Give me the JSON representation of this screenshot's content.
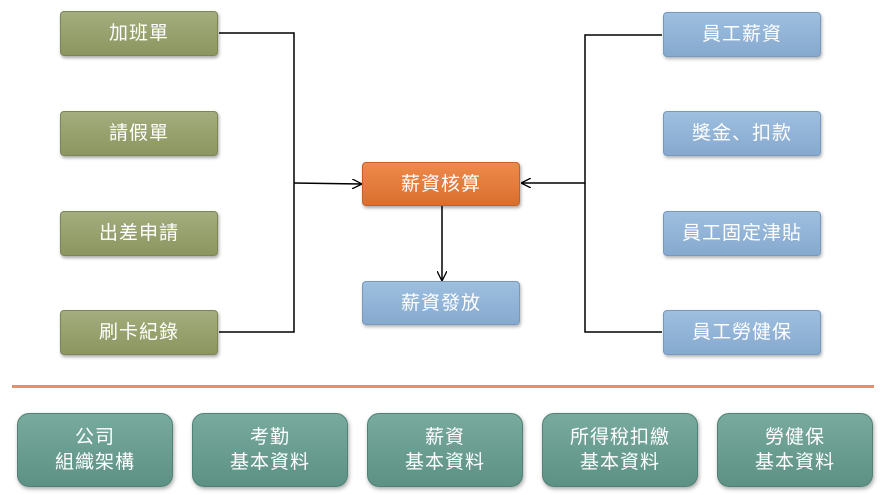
{
  "inputs_left": [
    "加班單",
    "請假單",
    "出差申請",
    "刷卡紀錄"
  ],
  "inputs_right": [
    "員工薪資",
    "獎金、扣款",
    "員工固定津貼",
    "員工勞健保"
  ],
  "center": {
    "process": "薪資核算",
    "output": "薪資發放"
  },
  "base_data": [
    {
      "line1": "公司",
      "line2": "組織架構"
    },
    {
      "line1": "考勤",
      "line2": "基本資料"
    },
    {
      "line1": "薪資",
      "line2": "基本資料"
    },
    {
      "line1": "所得稅扣繳",
      "line2": "基本資料"
    },
    {
      "line1": "勞健保",
      "line2": "基本資料"
    }
  ],
  "colors": {
    "left_boxes": "#97a16d",
    "right_boxes": "#93b4d7",
    "process_box": "#e47b3b",
    "output_box": "#93b4d7",
    "base_boxes": "#6a9e91",
    "divider": "#e2916a",
    "connector": "#000000"
  }
}
